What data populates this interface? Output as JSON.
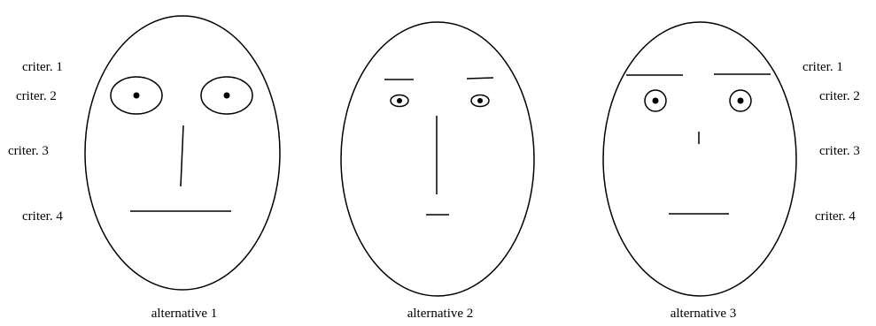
{
  "left_criteria_labels": [
    "criter. 1",
    "criter. 2",
    "criter. 3",
    "criter. 4"
  ],
  "right_criteria_labels": [
    "criter. 1",
    "criter. 2",
    "criter. 3",
    "criter. 4"
  ],
  "alternatives": [
    {
      "label": "alternative 1"
    },
    {
      "label": "alternative 2"
    },
    {
      "label": "alternative 3"
    }
  ],
  "colors": {
    "line": "#000000",
    "background": "#ffffff"
  }
}
